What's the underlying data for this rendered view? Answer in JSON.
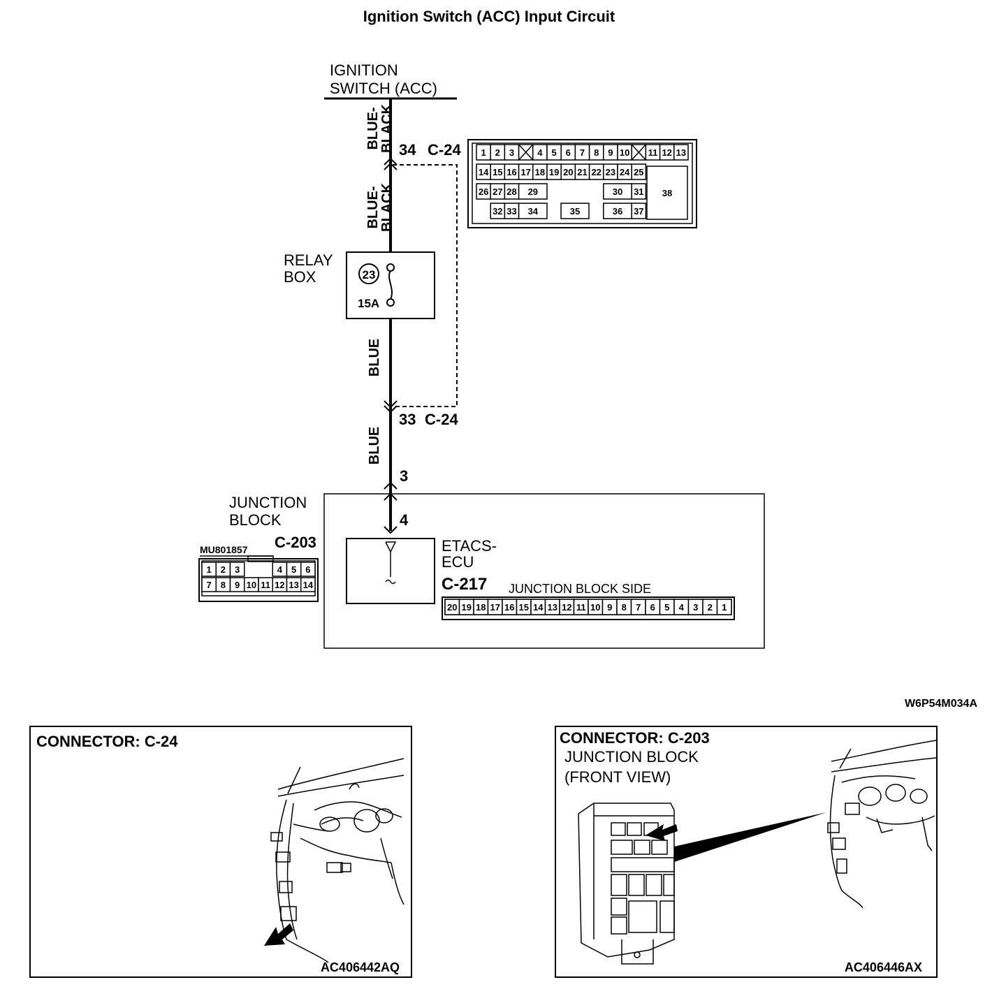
{
  "title": "Ignition Switch (ACC) Input Circuit",
  "source": {
    "label_line1": "IGNITION",
    "label_line2": "SWITCH (ACC)"
  },
  "wires": {
    "w1": "BLUE-\nBLACK",
    "w2": "BLUE-\nBLACK",
    "w3": "BLUE",
    "w4": "BLUE"
  },
  "terminals": {
    "t34": "34",
    "c24_a": "C-24",
    "t33": "33",
    "c24_b": "C-24",
    "t3": "3",
    "t4": "4"
  },
  "relay_box": {
    "label_line1": "RELAY",
    "label_line2": "BOX",
    "fuse_number": "23",
    "fuse_rating": "15A"
  },
  "junction_block": {
    "label_line1": "JUNCTION",
    "label_line2": "BLOCK",
    "connector": "C-203",
    "part_number": "MU801857"
  },
  "ecu": {
    "label_line1": "ETACS-",
    "label_line2": "ECU",
    "connector": "C-217",
    "side_label": "JUNCTION BLOCK SIDE"
  },
  "c24_face": {
    "row1": [
      "1",
      "2",
      "3",
      "",
      "4",
      "5",
      "6",
      "7",
      "8",
      "9",
      "10",
      "",
      "11",
      "12",
      "13"
    ],
    "row2": [
      "14",
      "15",
      "16",
      "17",
      "18",
      "19",
      "20",
      "21",
      "22",
      "23",
      "24",
      "25"
    ],
    "row3": [
      "26",
      "27",
      "28",
      "29",
      "30",
      "31",
      "38"
    ],
    "row4": [
      "32",
      "33",
      "34",
      "35",
      "36",
      "37"
    ]
  },
  "c203_face": {
    "top": [
      "1",
      "2",
      "3",
      "4",
      "5",
      "6"
    ],
    "bottom": [
      "7",
      "8",
      "9",
      "10",
      "11",
      "12",
      "13",
      "14"
    ]
  },
  "c217_face": [
    "20",
    "19",
    "18",
    "17",
    "16",
    "15",
    "14",
    "13",
    "12",
    "11",
    "10",
    "9",
    "8",
    "7",
    "6",
    "5",
    "4",
    "3",
    "2",
    "1"
  ],
  "figure_code": "W6P54M034A",
  "panel_left": {
    "title": "CONNECTOR: C-24",
    "code": "AC406442AQ"
  },
  "panel_right": {
    "title": "CONNECTOR: C-203",
    "subtitle1": "JUNCTION BLOCK",
    "subtitle2": "(FRONT VIEW)",
    "code": "AC406446AX"
  }
}
